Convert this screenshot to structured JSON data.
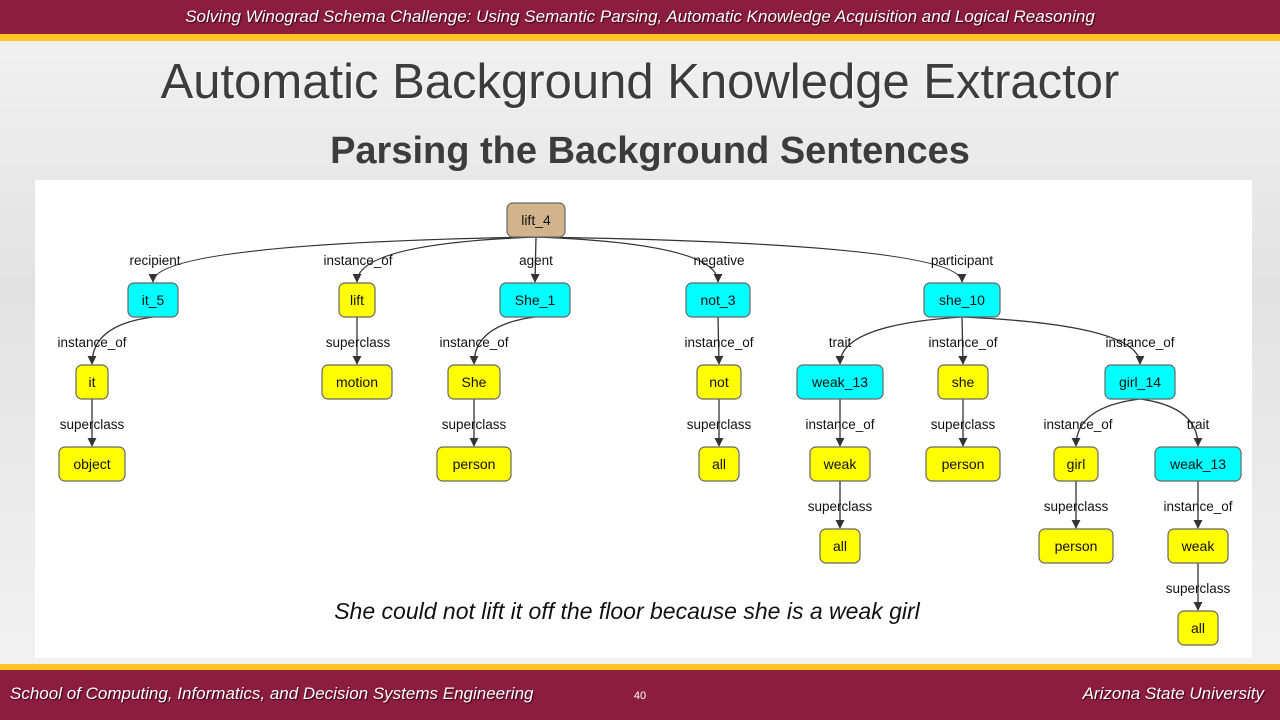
{
  "header": {
    "top_title": "Solving Winograd Schema Challenge: Using Semantic Parsing, Automatic Knowledge Acquisition and Logical Reasoning",
    "title": "Automatic Background Knowledge Extractor",
    "subtitle": "Parsing the Background Sentences"
  },
  "diagram": {
    "caption": "She could not lift it off the floor because she is a weak girl",
    "colors": {
      "root": "#d2b48c",
      "entity": "#00ffff",
      "class": "#ffff00"
    },
    "nodes": [
      {
        "id": "lift_4",
        "label": "lift_4",
        "kind": "root"
      },
      {
        "id": "it_5",
        "label": "it_5",
        "kind": "entity"
      },
      {
        "id": "lift",
        "label": "lift",
        "kind": "class"
      },
      {
        "id": "She_1",
        "label": "She_1",
        "kind": "entity"
      },
      {
        "id": "not_3",
        "label": "not_3",
        "kind": "entity"
      },
      {
        "id": "she_10",
        "label": "she_10",
        "kind": "entity"
      },
      {
        "id": "it",
        "label": "it",
        "kind": "class"
      },
      {
        "id": "motion",
        "label": "motion",
        "kind": "class"
      },
      {
        "id": "She",
        "label": "She",
        "kind": "class"
      },
      {
        "id": "not",
        "label": "not",
        "kind": "class"
      },
      {
        "id": "weak_13a",
        "label": "weak_13",
        "kind": "entity"
      },
      {
        "id": "she",
        "label": "she",
        "kind": "class"
      },
      {
        "id": "girl_14",
        "label": "girl_14",
        "kind": "entity"
      },
      {
        "id": "object",
        "label": "object",
        "kind": "class"
      },
      {
        "id": "person1",
        "label": "person",
        "kind": "class"
      },
      {
        "id": "all1",
        "label": "all",
        "kind": "class"
      },
      {
        "id": "weak1",
        "label": "weak",
        "kind": "class"
      },
      {
        "id": "person2",
        "label": "person",
        "kind": "class"
      },
      {
        "id": "girl",
        "label": "girl",
        "kind": "class"
      },
      {
        "id": "weak_13b",
        "label": "weak_13",
        "kind": "entity"
      },
      {
        "id": "all2",
        "label": "all",
        "kind": "class"
      },
      {
        "id": "person3",
        "label": "person",
        "kind": "class"
      },
      {
        "id": "weak2",
        "label": "weak",
        "kind": "class"
      },
      {
        "id": "all3",
        "label": "all",
        "kind": "class"
      }
    ],
    "edges": [
      {
        "from": "lift_4",
        "to": "it_5",
        "label": "recipient"
      },
      {
        "from": "lift_4",
        "to": "lift",
        "label": "instance_of"
      },
      {
        "from": "lift_4",
        "to": "She_1",
        "label": "agent"
      },
      {
        "from": "lift_4",
        "to": "not_3",
        "label": "negative"
      },
      {
        "from": "lift_4",
        "to": "she_10",
        "label": "participant"
      },
      {
        "from": "it_5",
        "to": "it",
        "label": "instance_of"
      },
      {
        "from": "lift",
        "to": "motion",
        "label": "superclass"
      },
      {
        "from": "She_1",
        "to": "She",
        "label": "instance_of"
      },
      {
        "from": "not_3",
        "to": "not",
        "label": "instance_of"
      },
      {
        "from": "she_10",
        "to": "weak_13a",
        "label": "trait"
      },
      {
        "from": "she_10",
        "to": "she",
        "label": "instance_of"
      },
      {
        "from": "she_10",
        "to": "girl_14",
        "label": "instance_of"
      },
      {
        "from": "it",
        "to": "object",
        "label": "superclass"
      },
      {
        "from": "She",
        "to": "person1",
        "label": "superclass"
      },
      {
        "from": "not",
        "to": "all1",
        "label": "superclass"
      },
      {
        "from": "weak_13a",
        "to": "weak1",
        "label": "instance_of"
      },
      {
        "from": "she",
        "to": "person2",
        "label": "superclass"
      },
      {
        "from": "girl_14",
        "to": "girl",
        "label": "instance_of"
      },
      {
        "from": "girl_14",
        "to": "weak_13b",
        "label": "trait"
      },
      {
        "from": "weak1",
        "to": "all2",
        "label": "superclass"
      },
      {
        "from": "girl",
        "to": "person3",
        "label": "superclass"
      },
      {
        "from": "weak_13b",
        "to": "weak2",
        "label": "instance_of"
      },
      {
        "from": "weak2",
        "to": "all3",
        "label": "superclass"
      }
    ]
  },
  "footer": {
    "left": "School of Computing, Informatics, and Decision Systems Engineering",
    "page_number": "40",
    "right": "Arizona State University"
  }
}
